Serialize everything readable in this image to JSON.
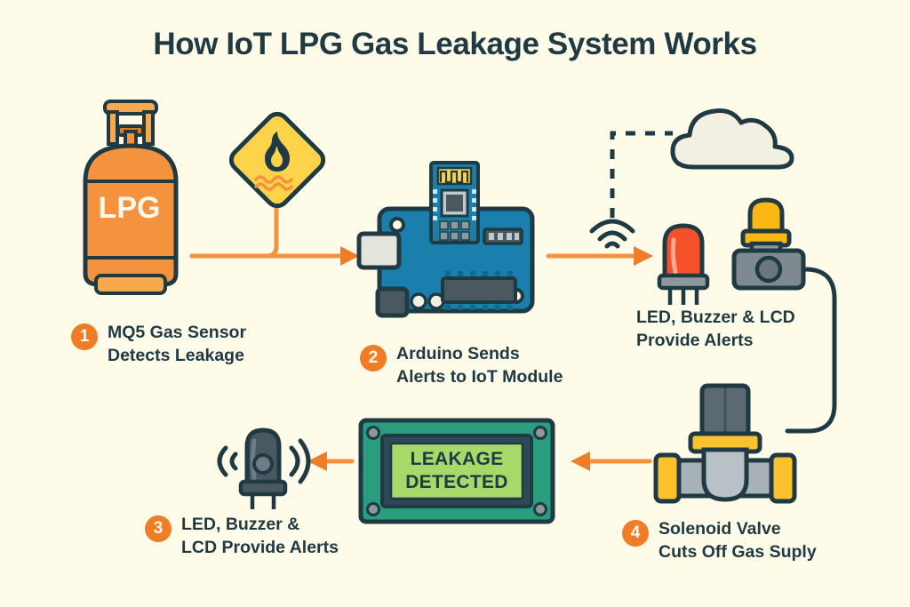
{
  "page": {
    "title": "How IoT LPG Gas Leakage System Works",
    "background_color": "#FEFBE9"
  },
  "colors": {
    "ink": "#1F3A43",
    "orange": "#F5923E",
    "orange_dark": "#F07C26",
    "orange_light": "#F9A94D",
    "yellow": "#FCD34A",
    "yellow_deep": "#F5B81E",
    "blue_pcb": "#1B7FAE",
    "blue_pcb_dark": "#12688F",
    "gray": "#7E8A90",
    "gray_dark": "#4A585F",
    "red_led": "#F4502A",
    "green_pcb": "#2A9D7C",
    "green_screen": "#A5D96A",
    "cloud": "#F2EFE3",
    "cream": "#FEFBE9"
  },
  "diagram": {
    "cylinder_label": "LPG",
    "lcd_screen_line1": "LEAKAGE",
    "lcd_screen_line2": "DETECTED",
    "icons": [
      "gas-cylinder-icon",
      "flammable-hazard-sign-icon",
      "arduino-board-icon",
      "esp8266-wifi-module-icon",
      "wifi-signal-icon",
      "cloud-icon",
      "led-indicator-icon",
      "siren-buzzer-icon",
      "buzzer-icon",
      "lcd-display-icon",
      "solenoid-valve-icon"
    ]
  },
  "steps": [
    {
      "number": "1",
      "label": "MQ5 Gas Sensor\nDetects Leakage",
      "name": "step-1-mq5-gas-sensor"
    },
    {
      "number": "2",
      "label": "Arduino Sends\nAlerts to IoT Module",
      "name": "step-2-arduino-sends-alerts"
    },
    {
      "number": "3",
      "label": "LED, Buzzer &\nLCD Provide Alerts",
      "name": "step-3-led-buzzer-lcd"
    },
    {
      "number": "4",
      "label": "Solenoid Valve\nCuts Off Gas Suply",
      "name": "step-4-solenoid-valve"
    }
  ],
  "annotations": [
    {
      "label": "LED, Buzzer & LCD\nProvide Alerts",
      "name": "annotation-led-buzzer-lcd-alerts"
    }
  ]
}
